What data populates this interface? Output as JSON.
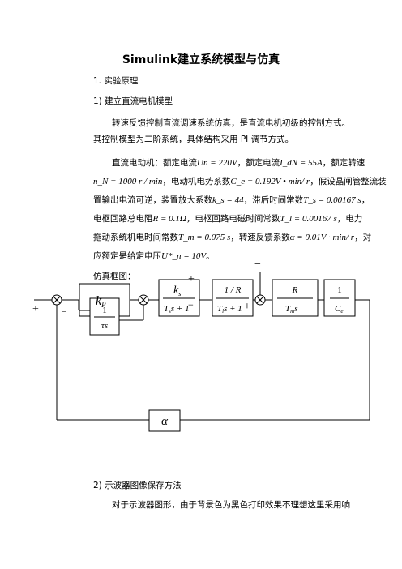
{
  "doc": {
    "title": "Simulink建立系统模型与仿真",
    "h1": "1. 实验原理",
    "h1_1": "1) 建立直流电机模型",
    "p1_line1": "转速反馈控制直流调速系统仿真，是直流电机初级的控制方式。",
    "p1_line2": "其控制模型为二阶系统，具体结构采用 PI 调节方式。",
    "p2": {
      "l1_a": "直流电动机：额定电流",
      "l1_eq1": "Un = 220V",
      "l1_b": "，额定电流",
      "l1_eq2": "I_dN = 55A",
      "l1_c": "，额定转速",
      "l2_eq1": "n_N = 1000 r / min",
      "l2_a": "，电动机电势系数",
      "l2_eq2": "C_e = 0.192V • min/ r",
      "l2_b": "，假设晶闸管整流装",
      "l3_a": "置输出电流可逆，装置放大系数",
      "l3_eq1": "k_s = 44",
      "l3_b": "，滞后时间常数",
      "l3_eq2": "T_s = 0.00167 s",
      "l3_c": "，",
      "l4_a": "电枢回路总电阻",
      "l4_eq1": "R = 0.1Ω",
      "l4_b": "，电枢回路电磁时间常数",
      "l4_eq2": "T_l = 0.00167 s",
      "l4_c": "，电力",
      "l5_a": "拖动系统机电时间常数",
      "l5_eq1": "T_m = 0.075 s",
      "l5_b": "，转速反馈系数",
      "l5_eq2": "α = 0.01V · min/ r",
      "l5_c": "，对",
      "l6_a": "应额定是给定电压",
      "l6_eq1": "U*_n = 10V",
      "l6_b": "。"
    },
    "sim_label": "仿真框图：",
    "h1_2": "2) 示波器图像保存方法",
    "p3_line1": "对于示波器图形，由于背景色为黑色打印效果不理想这里采用响"
  },
  "diagram": {
    "kp": "k",
    "kp_sub": "P",
    "ks_num": "k",
    "ks_num_sub": "s",
    "ks_den": "T",
    "ks_den_sub": "s",
    "ks_den_tail": "s + 1",
    "r_num": "1 / R",
    "r_den": "T",
    "r_den_sub": "l",
    "r_den_tail": "s + 1",
    "m_num": "R",
    "m_den": "T",
    "m_den_sub": "m",
    "m_den_tail": "s",
    "ce_num": "1",
    "ce_den": "C",
    "ce_den_sub": "e",
    "int_num": "1",
    "int_den": "τs",
    "alpha": "α",
    "plus": "+",
    "minus": "−"
  }
}
